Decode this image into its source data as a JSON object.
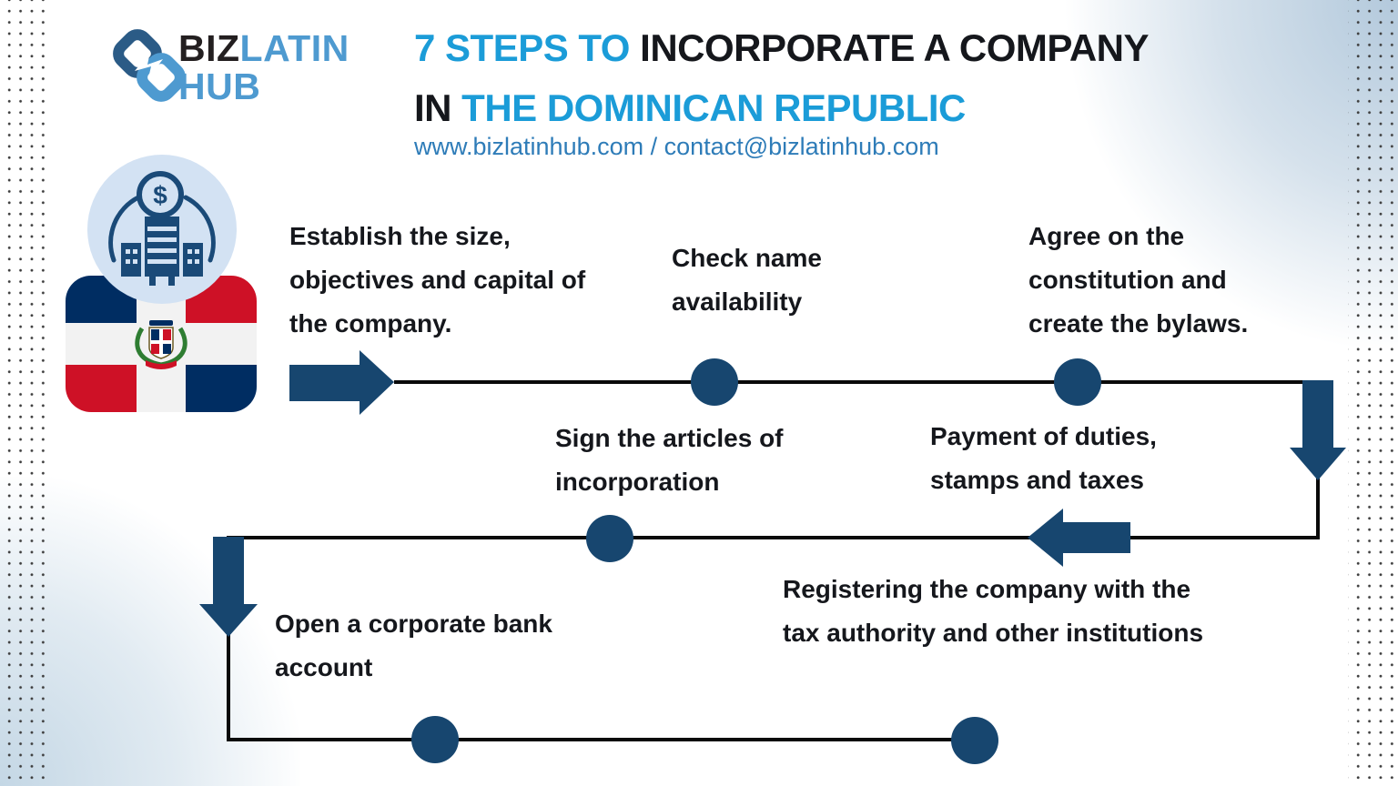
{
  "colors": {
    "navy": "#17466f",
    "cyan": "#1b9cd8",
    "link": "#2e7cb8",
    "text": "#15171c",
    "flag-navy": "#002d62",
    "flag-red": "#ce1126",
    "icon-bg": "#d3e2f3",
    "icon-navy": "#1a4a78",
    "logo-dark": "#2b5b86",
    "logo-light": "#4e9ad0",
    "logo-text-dark": "#231f20",
    "line": "#0a0a0a"
  },
  "logo": {
    "biz": "BIZ",
    "latin": "LATIN",
    "hub": "HUB"
  },
  "header": {
    "title_accent_1": "7 STEPS TO",
    "title_dark_1": " INCORPORATE A COMPANY",
    "title_dark_2": "IN ",
    "title_accent_2": "THE DOMINICAN REPUBLIC",
    "url": "www.bizlatinhub.com",
    "separator": " / ",
    "email": "contact@bizlatinhub.com"
  },
  "graphic": {
    "icons": {
      "logo_icon": "bizlatinhub-interlocked-rings",
      "company_icon": "buildings-with-dollar-coin",
      "flag_icon": "dominican-republic-flag",
      "dollar_symbol": "$"
    }
  },
  "steps": [
    {
      "label": "Establish the size, objectives and capital of the company."
    },
    {
      "label": "Check name availability"
    },
    {
      "label": "Agree on the constitution and create the bylaws."
    },
    {
      "label": "Payment of duties, stamps and taxes"
    },
    {
      "label": "Sign the articles of incorporation"
    },
    {
      "label": "Open a corporate bank account"
    },
    {
      "label": "Registering the company with the tax authority and other institutions"
    }
  ]
}
